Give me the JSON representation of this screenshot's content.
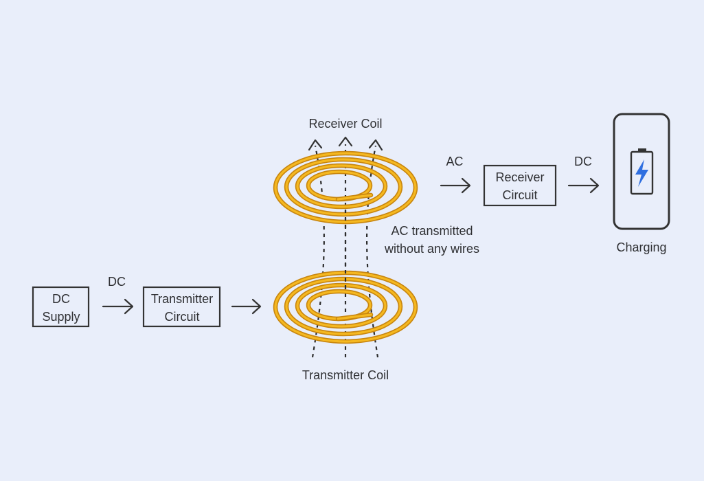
{
  "labels": {
    "receiver_coil": "Receiver Coil",
    "transmitter_coil": "Transmitter Coil",
    "ac_transmitted_line1": "AC transmitted",
    "ac_transmitted_line2": "without any wires",
    "dc_supply_line1": "DC",
    "dc_supply_line2": "Supply",
    "transmitter_circuit_line1": "Transmitter",
    "transmitter_circuit_line2": "Circuit",
    "receiver_circuit_line1": "Receiver",
    "receiver_circuit_line2": "Circuit",
    "dc_left": "DC",
    "ac_right": "AC",
    "dc_right": "DC",
    "charging": "Charging"
  },
  "colors": {
    "background": "#e9eefa",
    "stroke": "#333333",
    "coil_dark": "#c8860f",
    "coil_light": "#f5b820",
    "battery_bolt": "#2f6fe0"
  },
  "icons": {
    "phone": "phone-icon",
    "battery": "battery-icon",
    "bolt": "lightning-bolt-icon"
  }
}
